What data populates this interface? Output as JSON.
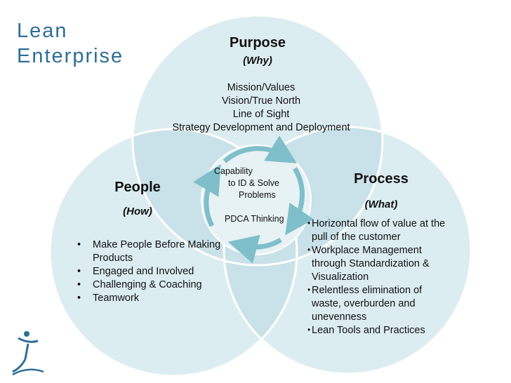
{
  "title": {
    "line1": "Lean",
    "line2": "Enterprise"
  },
  "purpose": {
    "heading": "Purpose",
    "sub": "(Why)",
    "items": [
      "Mission/Values",
      "Vision/True North",
      "Line of Sight",
      "Strategy Development and Deployment"
    ]
  },
  "people": {
    "heading": "People",
    "sub": "(How)",
    "items": [
      "Make People Before Making Products",
      "Engaged and Involved",
      "Challenging & Coaching",
      "Teamwork"
    ]
  },
  "process": {
    "heading": "Process",
    "sub": "(What)",
    "items": [
      "Horizontal flow of value at the pull of the customer",
      "Workplace Management through Standardization & Visualization",
      "Relentless elimination of waste, overburden and unevenness",
      "Lean Tools and Practices"
    ]
  },
  "center": {
    "line1": "Capability",
    "line2": "to ID & Solve",
    "line3": "Problems",
    "line4": "PDCA Thinking"
  },
  "colors": {
    "circle_fill": "#dcedf1",
    "overlap_fill": "#c9e1e8",
    "circle_stroke": "#ffffff",
    "arrow": "#7fbfc9",
    "title": "#2e6e95"
  },
  "logo": {
    "icon": "runner-logo-icon"
  }
}
